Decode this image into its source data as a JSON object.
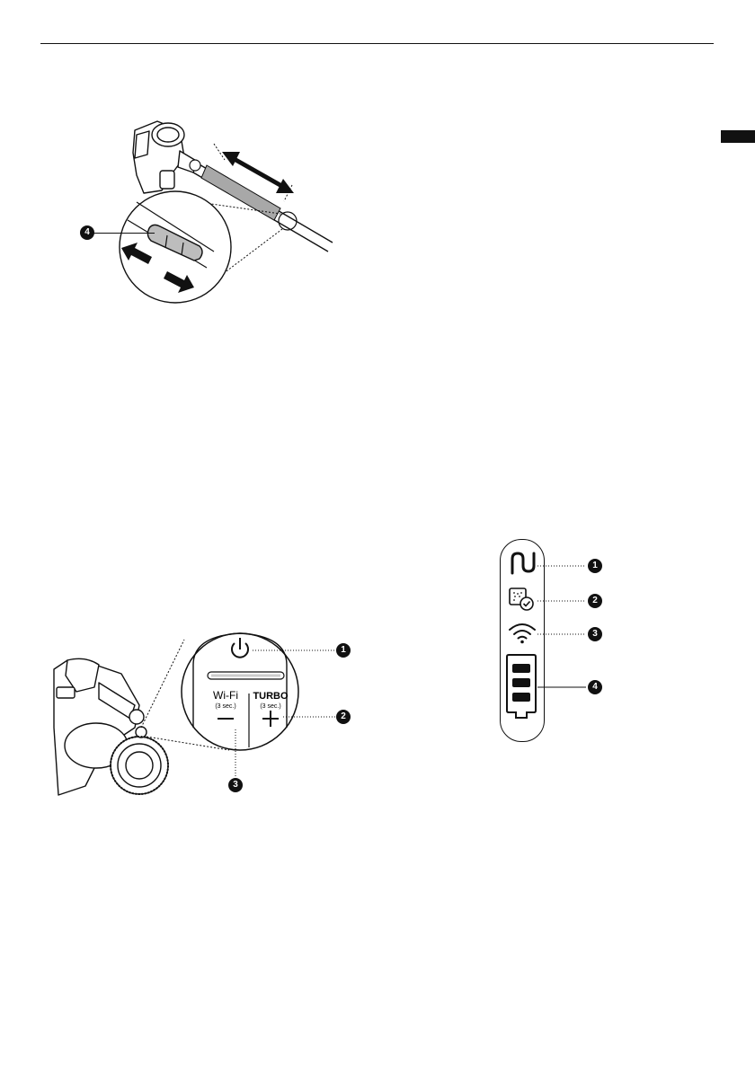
{
  "callouts": {
    "fig1": {
      "n4": "4"
    },
    "fig2": {
      "n1": "1",
      "n2": "2",
      "n3": "3"
    },
    "fig3": {
      "n1": "1",
      "n2": "2",
      "n3": "3",
      "n4": "4"
    }
  },
  "control_panel": {
    "wifi_label": "Wi-Fi",
    "wifi_hint": "(3 sec.)",
    "turbo_label": "TURBO",
    "turbo_hint": "(3 sec.)"
  },
  "icons": {
    "fig1": [
      "vacuum-pipe-illustration",
      "double-arrow-icon",
      "release-button-icon",
      "arrow-left-icon",
      "arrow-right-icon"
    ],
    "fig2": [
      "vacuum-body-illustration",
      "power-icon",
      "minus-icon",
      "plus-icon"
    ],
    "fig3": [
      "cyclone-icon",
      "filter-check-icon",
      "wifi-icon",
      "battery-icon"
    ]
  },
  "colors": {
    "ink": "#111111",
    "page": "#ffffff",
    "pipe_fill": "#a8a8a8",
    "tab": "#111111"
  }
}
